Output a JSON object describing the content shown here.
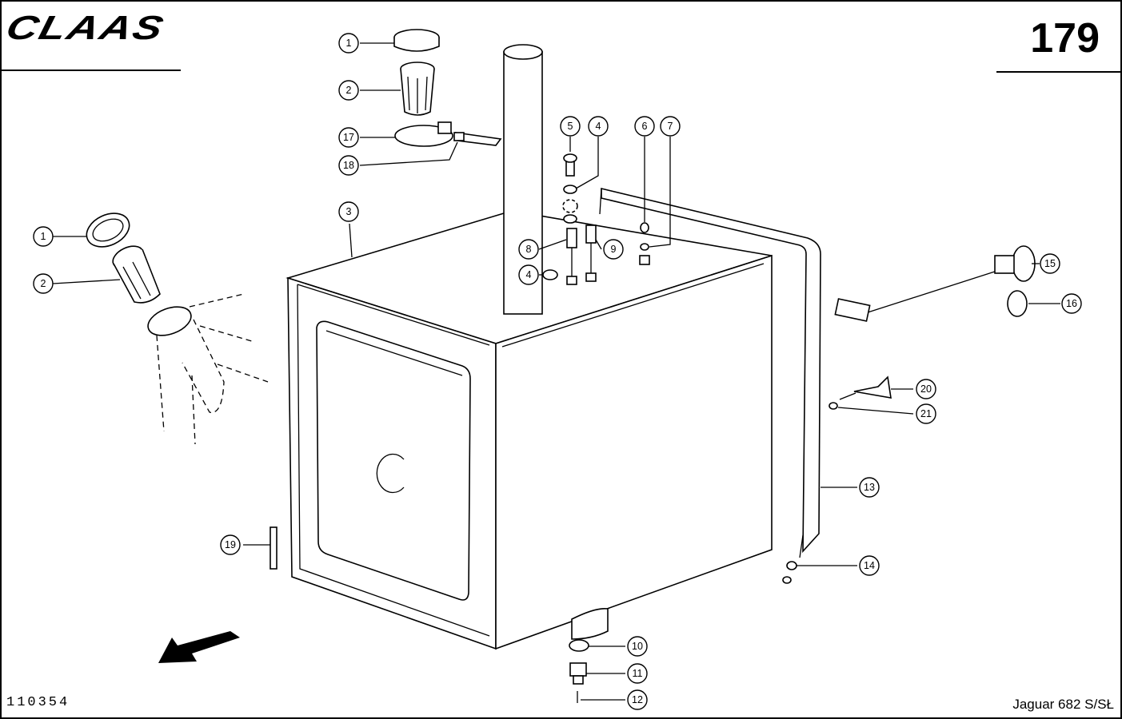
{
  "header": {
    "brand": "CLAAS",
    "page_number": "179"
  },
  "footer": {
    "document_number": "110354",
    "model": "Jaguar 682 S/SŁ"
  },
  "callouts": [
    "1",
    "2",
    "17",
    "18",
    "3",
    "1",
    "2",
    "5",
    "4",
    "6",
    "7",
    "8",
    "9",
    "4",
    "15",
    "16",
    "20",
    "21",
    "13",
    "14",
    "19",
    "10",
    "11",
    "12"
  ]
}
